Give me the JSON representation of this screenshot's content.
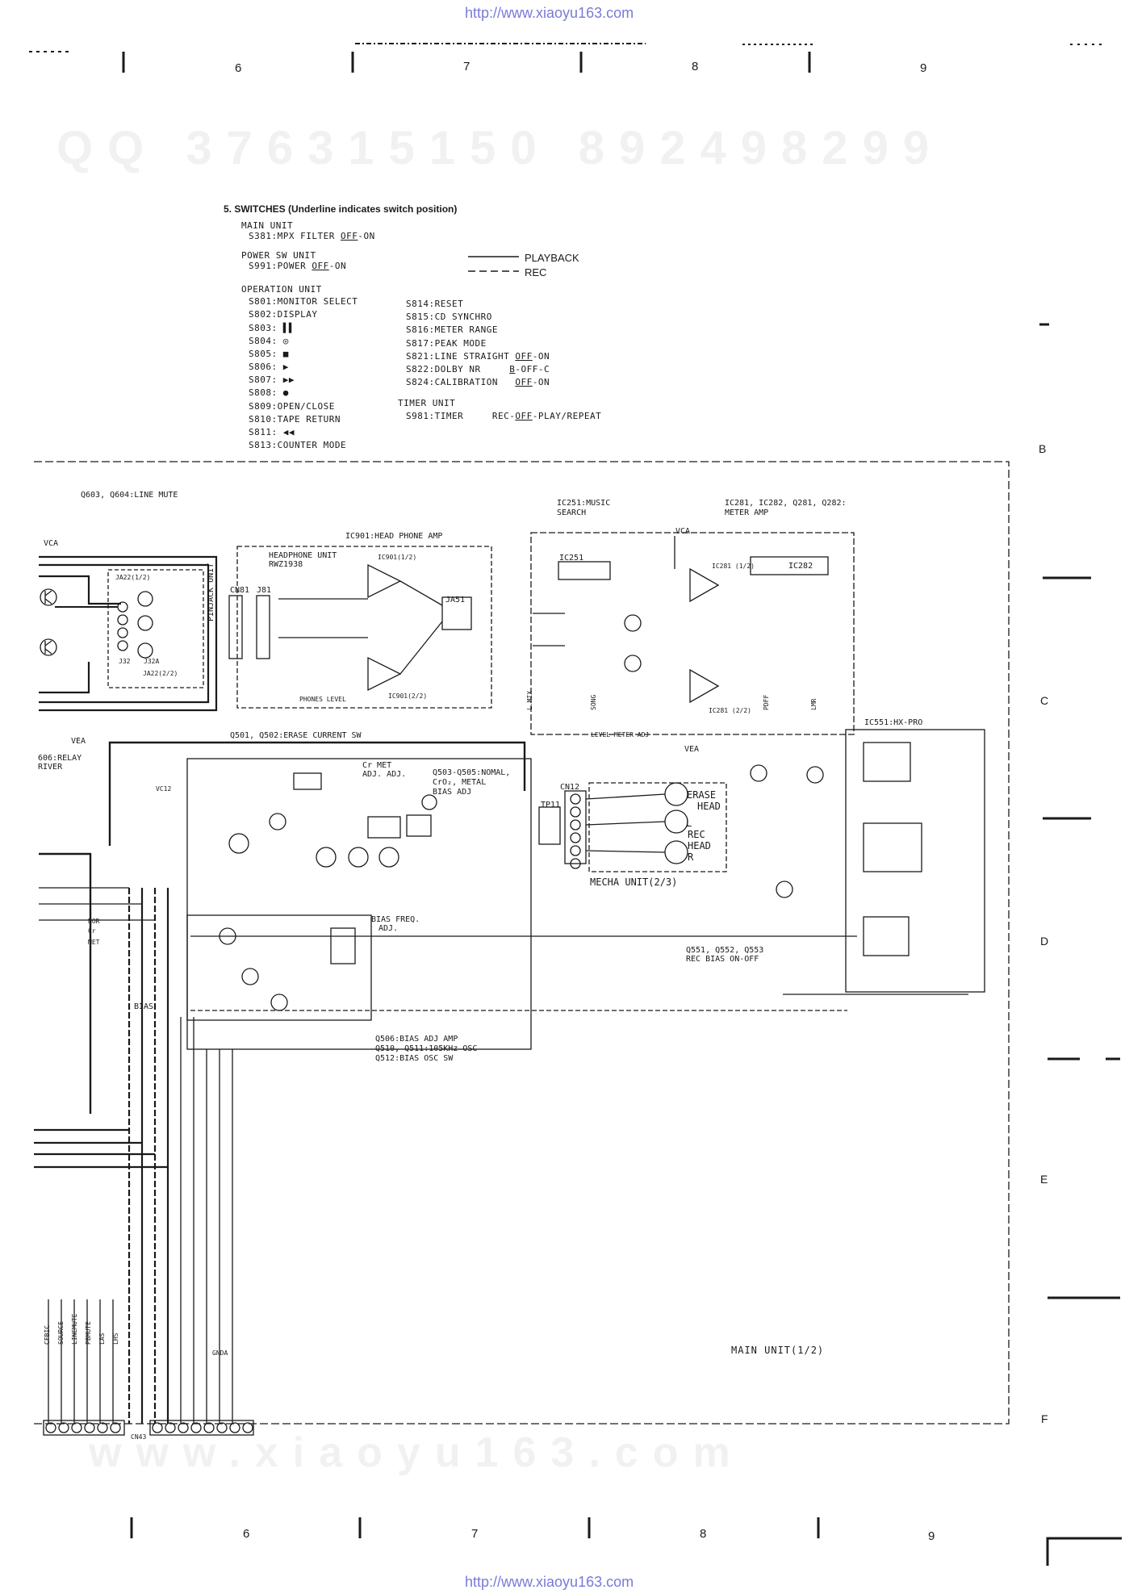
{
  "source_url": "http://www.xiaoyu163.com",
  "watermark_top": "QQ 376315150  892498299",
  "watermark_bottom": "www.xiaoyu163.com",
  "column_markers": [
    "6",
    "7",
    "8",
    "9"
  ],
  "row_markers": [
    "B",
    "C",
    "D",
    "E",
    "F"
  ],
  "switches": {
    "heading": "5.  SWITCHES (Underline indicates switch position)",
    "main_unit": "MAIN UNIT",
    "s381": {
      "pre": "S381:MPX FILTER ",
      "ul": "OFF",
      "post": "-ON"
    },
    "power_sw_unit": "POWER SW UNIT",
    "s991": {
      "pre": "S991:POWER ",
      "ul": "OFF",
      "post": "-ON"
    },
    "operation_unit": "OPERATION UNIT",
    "left": [
      "S801:MONITOR SELECT",
      "S802:DISPLAY",
      "S803: ▌▌",
      "S804: ◎",
      "S805: ■",
      "S806: ▶",
      "S807: ▶▶",
      "S808: ●",
      "S809:OPEN/CLOSE",
      "S810:TAPE RETURN",
      "S811: ◀◀",
      "S813:COUNTER MODE"
    ],
    "right": [
      "S814:RESET",
      "S815:CD SYNCHRO",
      "S816:METER RANGE",
      "S817:PEAK MODE"
    ],
    "s821": {
      "pre": "S821:LINE STRAIGHT ",
      "ul": "OFF",
      "post": "-ON"
    },
    "s822": {
      "pre": "S822:DOLBY NR     ",
      "ul": "B",
      "post": "-OFF-C"
    },
    "s824": {
      "pre": "S824:CALIBRATION   ",
      "ul": "OFF",
      "post": "-ON"
    },
    "timer_unit": "TIMER UNIT",
    "s981": {
      "pre": "S981:TIMER     REC-",
      "ul": "OFF",
      "post": "-PLAY/REPEAT"
    }
  },
  "legend": {
    "playback": "PLAYBACK",
    "rec": "REC"
  },
  "labels": {
    "q603": "Q603, Q604:LINE MUTE",
    "ic901": "IC901:HEAD PHONE AMP",
    "headphone_unit": "HEADPHONE UNIT",
    "rwz1938": "RWZ1938",
    "ic901_12": "IC901(1/2)",
    "ic901_22": "IC901(2/2)",
    "ja51": "JA51",
    "phones_level": "PHONES LEVEL",
    "cn81": "CN81",
    "j81": "J81",
    "pinjack_unit": "PINJACK UNIT",
    "ja22_12": "JA22(1/2)",
    "ja22_22": "JA22(2/2)",
    "j32": "J32",
    "j32a": "J32A",
    "vca": "VCA",
    "vea": "VEA",
    "ic251_a": "IC251:MUSIC",
    "ic251_b": "SEARCH",
    "ic251": "IC251",
    "ic281_a": "IC281, IC282, Q281, Q282:",
    "ic281_b": "METER AMP",
    "ic281_12": "IC281 (1/2)",
    "ic281_22": "IC281 (2/2)",
    "ic282": "IC282",
    "ic551": "IC551:HX-PRO",
    "level_meter": "LEVEL METER ADJ",
    "q501": "Q501, Q502:ERASE CURRENT SW",
    "relay_a": "606:RELAY",
    "relay_b": "RIVER",
    "cr_met_a": "Cr   MET",
    "cr_met_b": "ADJ. ADJ.",
    "q503_a": "Q503-Q505:NOMAL,",
    "q503_b": "CrO₂, METAL",
    "q503_c": "BIAS ADJ",
    "vc12": "VC12",
    "cn12": "CN12",
    "tp11": "TP11",
    "erase_a": "ERASE",
    "erase_b": "HEAD",
    "rec_a": "L",
    "rec_b": "REC",
    "rec_c": "HEAD",
    "rec_d": "R",
    "mecha": "MECHA UNIT(2/3)",
    "bias_freq_a": "BIAS FREQ.",
    "bias_freq_b": "ADJ.",
    "q551_a": "Q551, Q552, Q553",
    "q551_b": "REC BIAS ON-OFF",
    "q506_a": "Q506:BIAS ADJ AMP",
    "q506_b": "Q510, Q511:105KHz OSC",
    "q506_c": "Q512:BIAS OSC SW",
    "nor": "NOR",
    "cr": "Cr",
    "met": "MET",
    "bias": "BIAS",
    "cn43": "CN43",
    "main_unit_12": "MAIN UNIT(1/2)",
    "bottom_signals": [
      "CFBIC",
      "SOURCE",
      "LINEMUTE",
      "PBMUTE",
      "LAS",
      "LHS"
    ],
    "gnda": "GNDA",
    "l_mix": "L.MIX",
    "song": "SONG",
    "pdff": "PDFF",
    "lmr": "LMR"
  }
}
